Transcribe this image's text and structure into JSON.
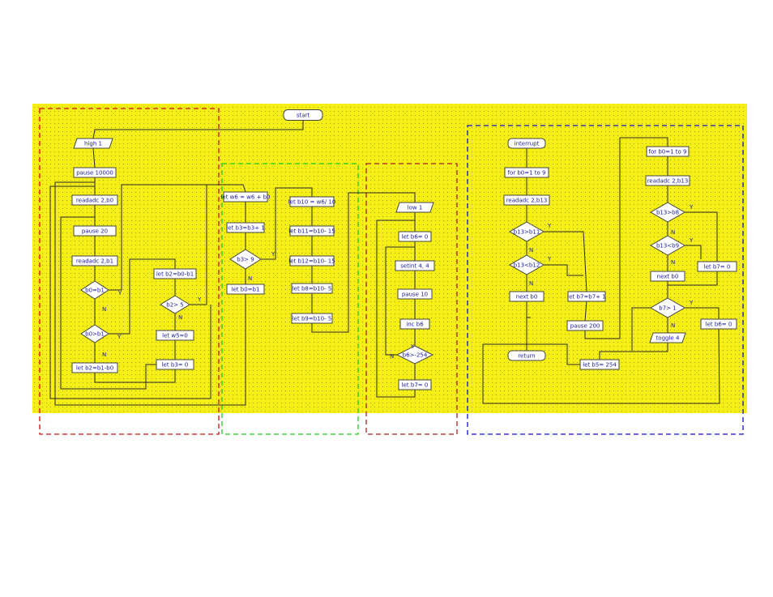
{
  "colors": {
    "background": "#f5ef15",
    "grid_dot": "#8a8a30",
    "box_fill": "#ffffff",
    "text": "#1a1aa0",
    "region_red": "#cc1111",
    "region_green": "#22cc22",
    "region_darkred": "#aa2222",
    "region_blue": "#1111cc"
  },
  "nodes": {
    "start": "start",
    "high1": "high 1",
    "pause10000": "pause 10000",
    "readadc_b0": "readadc  2,b0",
    "pause20": "pause  20",
    "readadc_b1": "readadc  2,b1",
    "d_b0_eq_b1": "b0=b1",
    "d_b0_gt_b1": "b0>b1",
    "let_b2_b1_b0": "let b2=b1-b0",
    "let_b2_b0_b1": "let b2=b0-b1",
    "d_b2_gt_5": "b2> 5",
    "let_w5_0": "let w5=0",
    "let_b3_0": "let b3=  0",
    "let_w6": "let w6 = w6 + b0",
    "let_b3_inc": "let b3=b3+ 1",
    "d_b3_gt_9": "b3>  9",
    "let_b0_b1": "let b0=b1",
    "let_b10": "let b10 = w6/ 10",
    "let_b11": "let b11=b10- 15",
    "let_b12": "let b12=b10- 15",
    "let_b8": "let b8=b10- 5",
    "let_b9": "let b9=b10- 5",
    "low1": "low  1",
    "let_b6_0": "let b6= 0",
    "setint": "setint  4,  4",
    "pause10": "pause  10",
    "inc_b6": "inc b6",
    "d_b6_gt_254": "b6>-254",
    "let_b7_0_mid": "let b7= 0",
    "interrupt": "interrupt",
    "for_b0_l": "for b0=1 to 9",
    "readadc_b13_l": "readadc  2,b13",
    "d_b13_gt_b11": "b13>b11",
    "d_b13_lt_b12": "b13<b12",
    "next_b0_l": "next b0",
    "return": "return",
    "let_b7_inc": "let b7=b7+ 1",
    "pause200": "pause 200",
    "let_b5": "let b5= 254",
    "for_b0_r": "for b0=1 to 9",
    "readadc_b13_r": "readadc  2,b13",
    "d_b13_gt_b8": "b13>b8",
    "d_b13_lt_b9": "b13<b9",
    "let_b7_0_r": "let b7= 0",
    "next_b0_r": "next b0",
    "d_b7_gt_1": "b7> 1",
    "let_b6_0_r": "let b6= 0",
    "toggle4": "toggle 4"
  },
  "branch_labels": {
    "yes": "Y",
    "no": "N"
  }
}
